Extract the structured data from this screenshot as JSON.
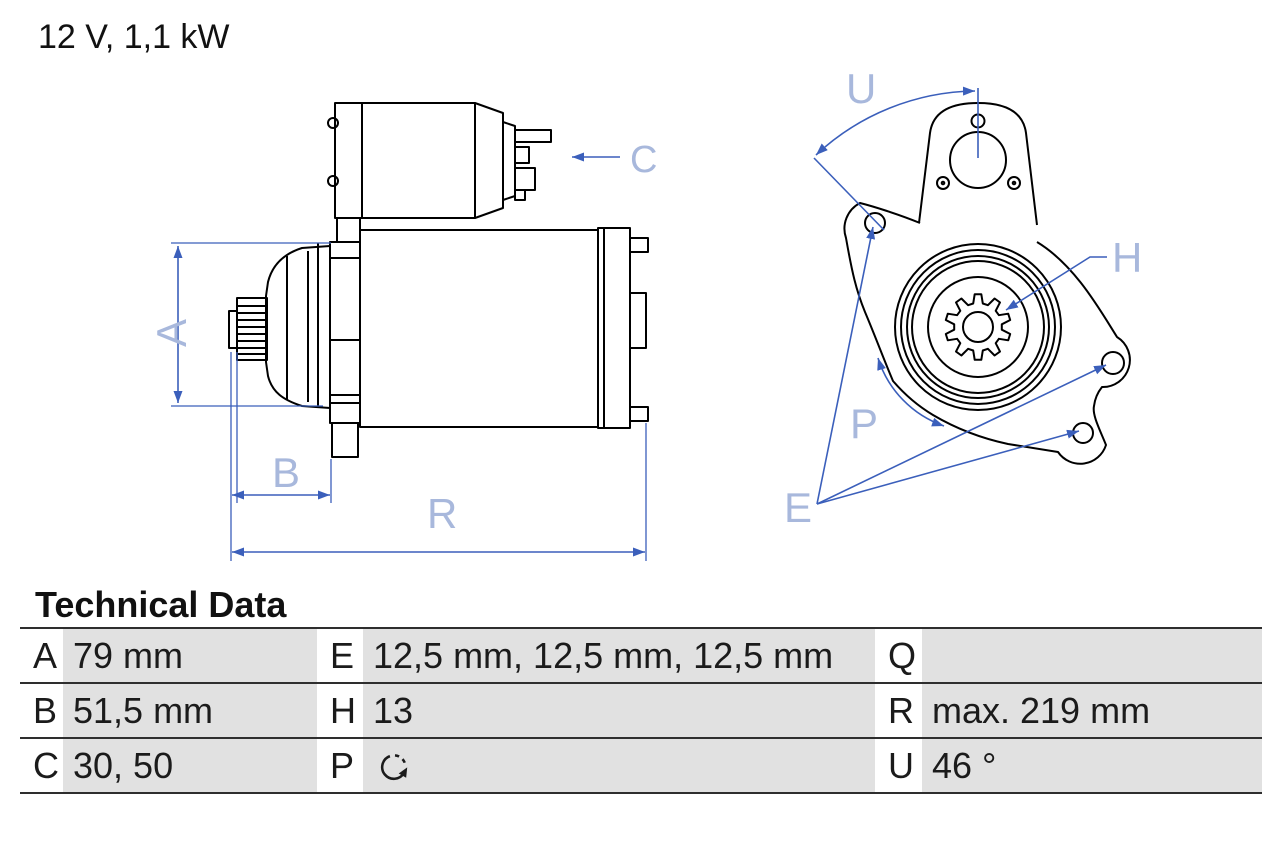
{
  "product": {
    "title": "12 V, 1,1 kW"
  },
  "diagram": {
    "labels": {
      "a": "A",
      "b": "B",
      "c": "C",
      "r": "R",
      "u": "U",
      "h": "H",
      "p": "P",
      "e": "E"
    },
    "colors": {
      "dimension_line": "#3b5fbb",
      "dimension_label": "#a8b8dc",
      "drawing_line": "#000000"
    }
  },
  "technical_data": {
    "heading": "Technical Data",
    "rows": [
      {
        "k1": "A",
        "v1": "79 mm",
        "k2": "E",
        "v2": "12,5 mm, 12,5 mm, 12,5 mm",
        "k3": "Q",
        "v3": ""
      },
      {
        "k1": "B",
        "v1": "51,5 mm",
        "k2": "H",
        "v2": "13",
        "k3": "R",
        "v3": "max. 219 mm"
      },
      {
        "k1": "C",
        "v1": "30, 50",
        "k2": "P",
        "v2": "",
        "v2_icon": "clockwise-rotation-icon",
        "k3": "U",
        "v3": "46 °"
      }
    ]
  }
}
